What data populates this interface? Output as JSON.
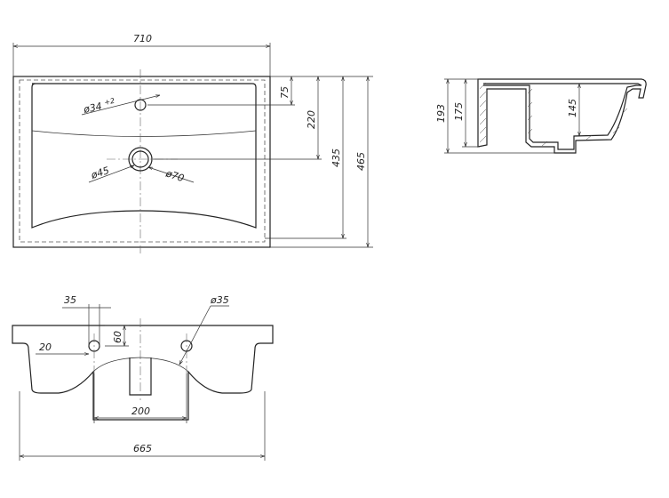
{
  "dimensions": {
    "top_width": "710",
    "hole_tap": "ø34",
    "hole_tap_tol": "+2",
    "tap_offset": "75",
    "drain_offset": "220",
    "drain_small": "ø45",
    "drain_large": "ø70",
    "inner_depth": "435",
    "outer_depth": "465",
    "side_total": "193",
    "side_bowl": "175",
    "side_inner": "145",
    "front_35": "35",
    "front_20": "20",
    "front_60": "60",
    "front_hole": "ø35",
    "front_200": "200",
    "front_width": "665"
  }
}
